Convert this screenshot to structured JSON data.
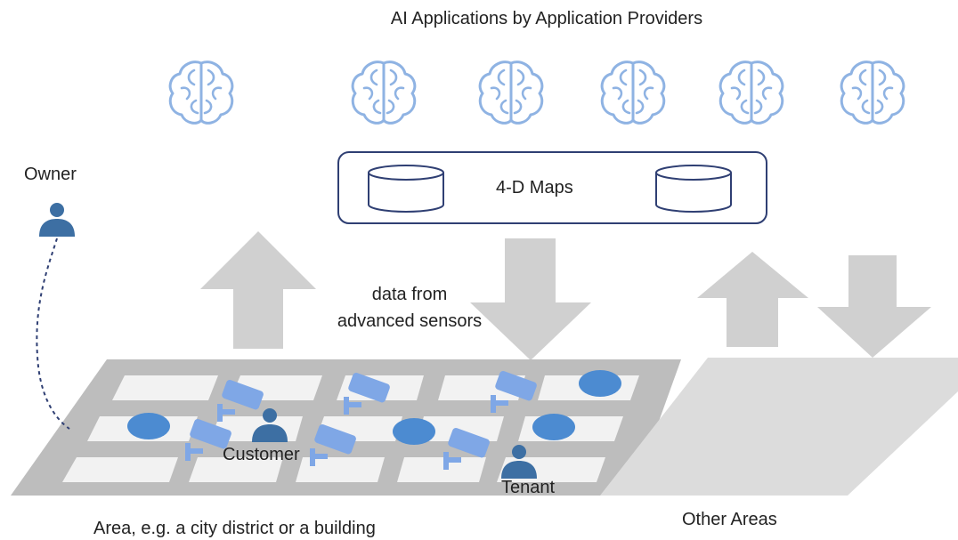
{
  "title": "AI Applications by Application Providers",
  "maps": {
    "label": "4-D Maps"
  },
  "data_flow": {
    "line1": "data from",
    "line2": "advanced sensors"
  },
  "actors": {
    "owner": "Owner",
    "customer": "Customer",
    "tenant": "Tenant"
  },
  "areas": {
    "main": "Area, e.g. a city district or a building",
    "other": "Other Areas"
  },
  "icons": {
    "brain": "brain-icon",
    "database": "database-icon",
    "camera": "camera-icon",
    "person": "person-icon"
  },
  "colors": {
    "brain_stroke": "#8fb3e3",
    "frame_stroke": "#2f3f73",
    "arrow_fill": "#d0d0d0",
    "platform_fill": "#bdbdbd",
    "tile_fill": "#f2f2f2",
    "camera_fill": "#7fa7e6",
    "sensor_dot": "#4c8bd1",
    "person_fill": "#3d6fa3",
    "other_area_fill": "#dcdcdc"
  }
}
